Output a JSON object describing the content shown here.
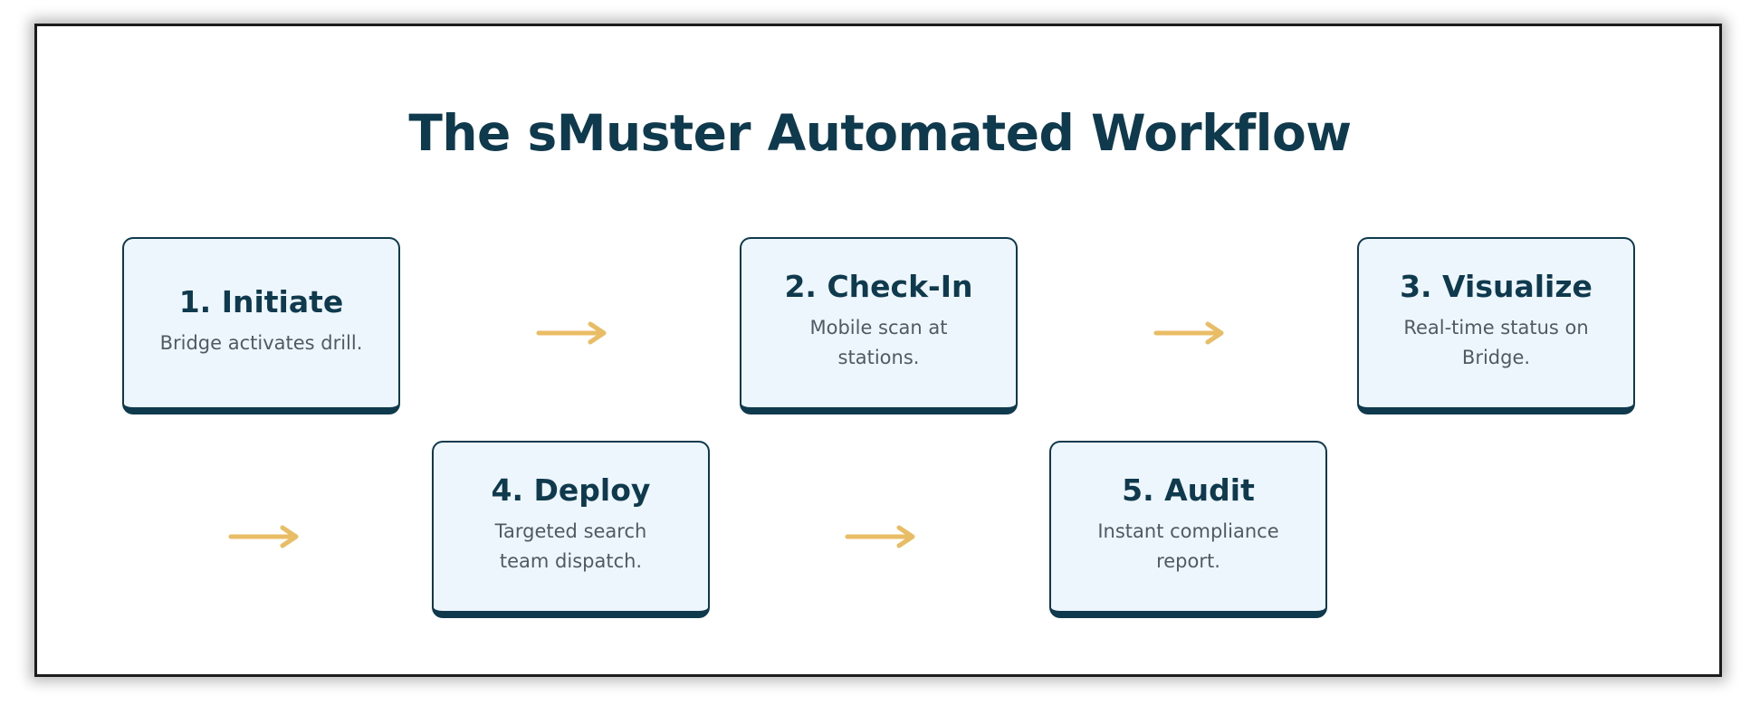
{
  "title": "The sMuster Automated Workflow",
  "steps": [
    {
      "title": "1. Initiate",
      "description": "Bridge activates drill."
    },
    {
      "title": "2. Check-In",
      "description": "Mobile scan at stations."
    },
    {
      "title": "3. Visualize",
      "description": "Real-time status on Bridge."
    },
    {
      "title": "4. Deploy",
      "description": "Targeted search team dispatch."
    },
    {
      "title": "5. Audit",
      "description": "Instant compliance report."
    }
  ],
  "colors": {
    "title": "#0f3a4d",
    "card_background": "#eef6fd",
    "card_border": "#0f3a4d",
    "description_text": "#4f5a63",
    "arrow": "#e8bd66"
  },
  "icons": {
    "connector": "right-arrow-icon"
  }
}
